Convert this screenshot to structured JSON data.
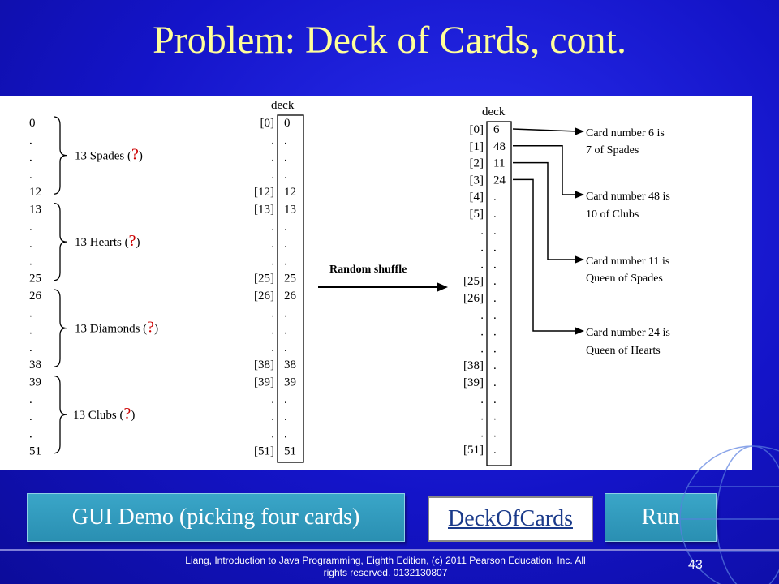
{
  "title": "Problem: Deck of Cards, cont.",
  "left_column": {
    "labels": [
      "0",
      ".",
      ".",
      ".",
      "12",
      "13",
      ".",
      ".",
      ".",
      "25",
      "26",
      ".",
      ".",
      ".",
      "38",
      "39",
      ".",
      ".",
      ".",
      "51"
    ],
    "groups": [
      {
        "text": "13 Spades (",
        "q": "?",
        "close": ")"
      },
      {
        "text": "13 Hearts (",
        "q": "?",
        "close": ")"
      },
      {
        "text": "13 Diamonds (",
        "q": "?",
        "close": ")"
      },
      {
        "text": "13 Clubs (",
        "q": "?",
        "close": ")"
      }
    ]
  },
  "deck1": {
    "label": "deck",
    "index_labels": [
      "[0]",
      ".",
      ".",
      ".",
      "[12]",
      "[13]",
      ".",
      ".",
      ".",
      "[25]",
      "[26]",
      ".",
      ".",
      ".",
      "[38]",
      "[39]",
      ".",
      ".",
      ".",
      "[51]"
    ],
    "values": [
      "0",
      ".",
      ".",
      ".",
      "12",
      "13",
      ".",
      ".",
      ".",
      "25",
      "26",
      ".",
      ".",
      ".",
      "38",
      "39",
      ".",
      ".",
      ".",
      "51"
    ]
  },
  "shuffle_label": "Random shuffle",
  "deck2": {
    "label": "deck",
    "index_labels": [
      "[0]",
      "[1]",
      "[2]",
      "[3]",
      "[4]",
      "[5]",
      ".",
      ".",
      ".",
      "[25]",
      "[26]",
      ".",
      ".",
      ".",
      "[38]",
      "[39]",
      ".",
      ".",
      ".",
      "[51]"
    ],
    "values": [
      "6",
      "48",
      "11",
      "24",
      ".",
      ".",
      ".",
      ".",
      ".",
      ".",
      ".",
      ".",
      ".",
      ".",
      ".",
      ".",
      ".",
      ".",
      ".",
      "."
    ]
  },
  "callouts": [
    {
      "line1": "Card number 6 is",
      "line2": "7 of Spades"
    },
    {
      "line1": "Card number 48 is",
      "line2": "10 of Clubs"
    },
    {
      "line1": "Card number 11 is",
      "line2": "Queen of Spades"
    },
    {
      "line1": "Card number 24 is",
      "line2": "Queen of Hearts"
    }
  ],
  "buttons": {
    "gui_demo": "GUI Demo (picking four cards)",
    "deck_of_cards": "DeckOfCards",
    "run": "Run"
  },
  "footer": {
    "line1": "Liang, Introduction to Java Programming, Eighth Edition, (c) 2011 Pearson Education, Inc. All",
    "line2": "rights reserved. 0132130807",
    "page": "43"
  },
  "colors": {
    "title": "#ffff99",
    "question_mark": "#cc0000",
    "button": "#2a8fb2"
  }
}
